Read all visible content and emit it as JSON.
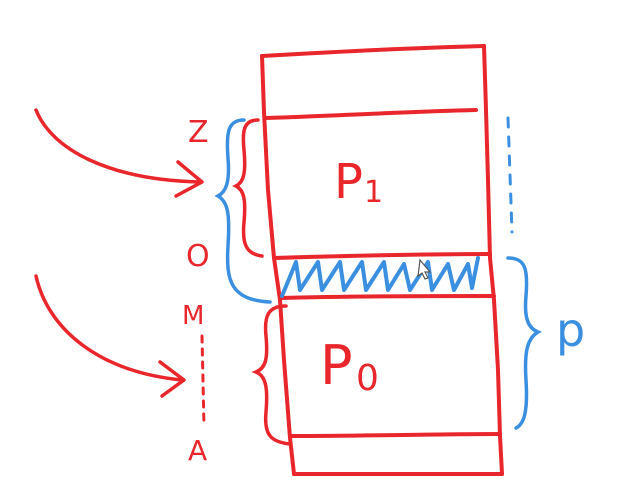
{
  "colors": {
    "red_ink": "#e8262b",
    "blue_ink": "#3b8fe0",
    "background": "#ffffff"
  },
  "labels": {
    "block_upper": "P",
    "block_upper_sub": "1",
    "block_lower": "P",
    "block_lower_sub": "0",
    "side_top": "Z",
    "side_middle": "O",
    "side_lower": "M",
    "side_bottom": "A",
    "right_label": "p"
  }
}
